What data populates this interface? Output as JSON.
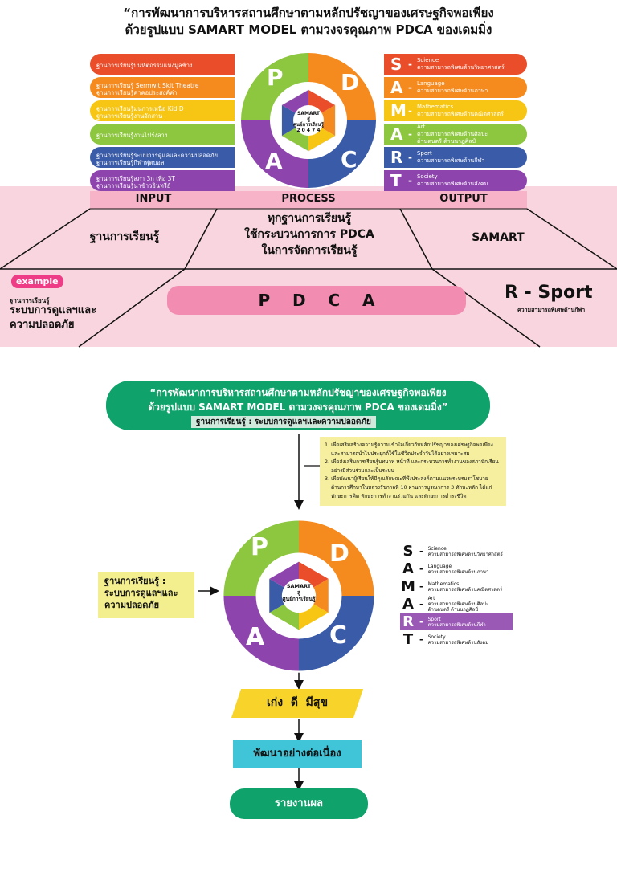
{
  "top": {
    "title_line1": "“การพัฒนาการบริหารสถานศึกษาตามหลักปรัชญาของเศรษฐกิจพอเพียง",
    "title_line2": "ด้วยรูปแบบ SAMART MODEL ตามวงจรคุณภาพ PDCA ของเดมมิ่ง",
    "left_bars": [
      {
        "text": "ฐานการเรียนรู้บนหัตถรรมแห่งมูลช้าง",
        "color": "#ea4d2a"
      },
      {
        "text": "ฐานการเรียนรู้ Sermwit Skit Theatre\nฐานการเรียนรู้ค่าคอประสงค์ค่า",
        "color": "#f58a1f"
      },
      {
        "text": "ฐานการเรียนรู้มนการเหนือ Kid D\nฐานการเรียนรู้งานจักสาน",
        "color": "#f7c513"
      },
      {
        "text": "ฐานการเรียนรู้งานโปร่งลาง",
        "color": "#8dc63f"
      },
      {
        "text": "ฐานการเรียนรู้ระบบการดูแลและความปลอดภัย\nฐานการเรียนรู้กีฬาฟุตบอล",
        "color": "#3a5ba8"
      },
      {
        "text": "ฐานการเรียนรู้สภา 3ก เพื่อ 3T\nฐานการเรียนรู้นาข้าวอินทรีย์",
        "color": "#8e44ad"
      }
    ],
    "right_bars": [
      {
        "letter": "S",
        "dash": "-",
        "name": "Science",
        "desc": "ความสามารถพิเศษด้านวิทยาศาสตร์",
        "color": "#ea4d2a"
      },
      {
        "letter": "A",
        "dash": "-",
        "name": "Language",
        "desc": "ความสามารถพิเศษด้านภาษา",
        "color": "#f58a1f"
      },
      {
        "letter": "M",
        "dash": "-",
        "name": "Mathematics",
        "desc": "ความสามารถพิเศษด้านคณิตศาสตร์",
        "color": "#f7c513"
      },
      {
        "letter": "A",
        "dash": "-",
        "name": "Art",
        "desc": "ความสามารถพิเศษด้านศิลปะ\nด้านดนตรี ด้านนาฏศิลป์",
        "color": "#8dc63f"
      },
      {
        "letter": "R",
        "dash": "-",
        "name": "Sport",
        "desc": "ความสามารถพิเศษด้านกีฬา",
        "color": "#3a5ba8"
      },
      {
        "letter": "T",
        "dash": "-",
        "name": "Society",
        "desc": "ความสามารถพิเศษด้านสังคม",
        "color": "#8e44ad"
      }
    ],
    "cycle_letters": [
      "P",
      "D",
      "C",
      "A"
    ],
    "center_title": "SAMART",
    "center_sub1": "สู่",
    "center_sub2": "ศูนย์การเรียนรู้",
    "center_sub3": "2 0 4 7 4",
    "headers": {
      "input": "INPUT",
      "process": "PROCESS",
      "output": "OUTPUT"
    },
    "row1": {
      "input": "ฐานการเรียนรู้",
      "process_l1": "ทุกฐานการเรียนรู้",
      "process_l2": "ใช้กระบวนการการ PDCA",
      "process_l3": "ในการจัดการเรียนรู้",
      "output": "SAMART"
    },
    "row2": {
      "badge": "example",
      "input_small": "ฐานการเรียนรู้",
      "input_l1": "ระบบการดูแลฯและ",
      "input_l2": "ความปลอดภัย",
      "pdca": "P    D    C    A",
      "output_big": "R - Sport",
      "output_small": "ความสามารถพิเศษด้านกีฬา"
    }
  },
  "bottom": {
    "title_line1": "“การพัฒนาการบริหารสถานศึกษาตามหลักปรัชญาของเศรษฐกิจพอเพียง",
    "title_line2": "ด้วยรูปแบบ SAMART MODEL ตามวงจรคุณภาพ PDCA ของเดมมิ่ง”",
    "subtitle": "ฐานการเรียนรู้ : ระบบการดูแลฯและความปลอดภัย",
    "objectives": [
      "1. เพื่อเสริมสร้างความรู้ความเข้าใจเกี่ยวกับหลักปรัชญาของเศรษฐกิจพอเพียง",
      "และสามารถนำไปประยุกต์ใช้ในชีวิตประจำวันได้อย่างเหมาะสม",
      "2. เพื่อส่งเสริมการเรียนรู้บทบาท หน้าที่ และกระบวนการทำงานของสภานักเรียน",
      "อย่างมีส่วนร่วมและเป็นระบบ",
      "3. เพื่อพัฒนาผู้เรียนให้มีคุณลักษณะที่พึงประสงค์ตามแนวพระบรมราโชบาย",
      "ด้านการศึกษาในหลวงรัชกาลที่ 10 ผ่านการบูรณาการ 3 ทักษะหลัก ได้แก่",
      "ทักษะการคิด ทักษะการทำงานร่วมกัน และทักษะการดำรงชีวิต"
    ],
    "left_box_l1": "ฐานการเรียนรู้ :",
    "left_box_l2": "ระบบการดูแลฯและ",
    "left_box_l3": "ความปลอดภัย",
    "samart": [
      {
        "letter": "S",
        "dash": "-",
        "name": "Science",
        "desc": "ความสามารถพิเศษด้านวิทยาศาสตร์"
      },
      {
        "letter": "A",
        "dash": "-",
        "name": "Language",
        "desc": "ความสามารถพิเศษด้านภาษา"
      },
      {
        "letter": "M",
        "dash": "-",
        "name": "Mathematics",
        "desc": "ความสามารถพิเศษด้านคณิตศาสตร์"
      },
      {
        "letter": "A",
        "dash": "-",
        "name": "Art",
        "desc": "ความสามารถพิเศษด้านศิลปะ\nด้านดนตรี ด้านนาฏศิลป์"
      },
      {
        "letter": "R",
        "dash": "-",
        "name": "Sport",
        "desc": "ความสามารถพิเศษด้านกีฬา"
      },
      {
        "letter": "T",
        "dash": "-",
        "name": "Society",
        "desc": "ความสามารถพิเศษด้านสังคม"
      }
    ],
    "step1": "เก่ง  ดี  มีสุข",
    "step2": "พัฒนาอย่างต่อเนื่อง",
    "step3": "รายงานผล"
  }
}
